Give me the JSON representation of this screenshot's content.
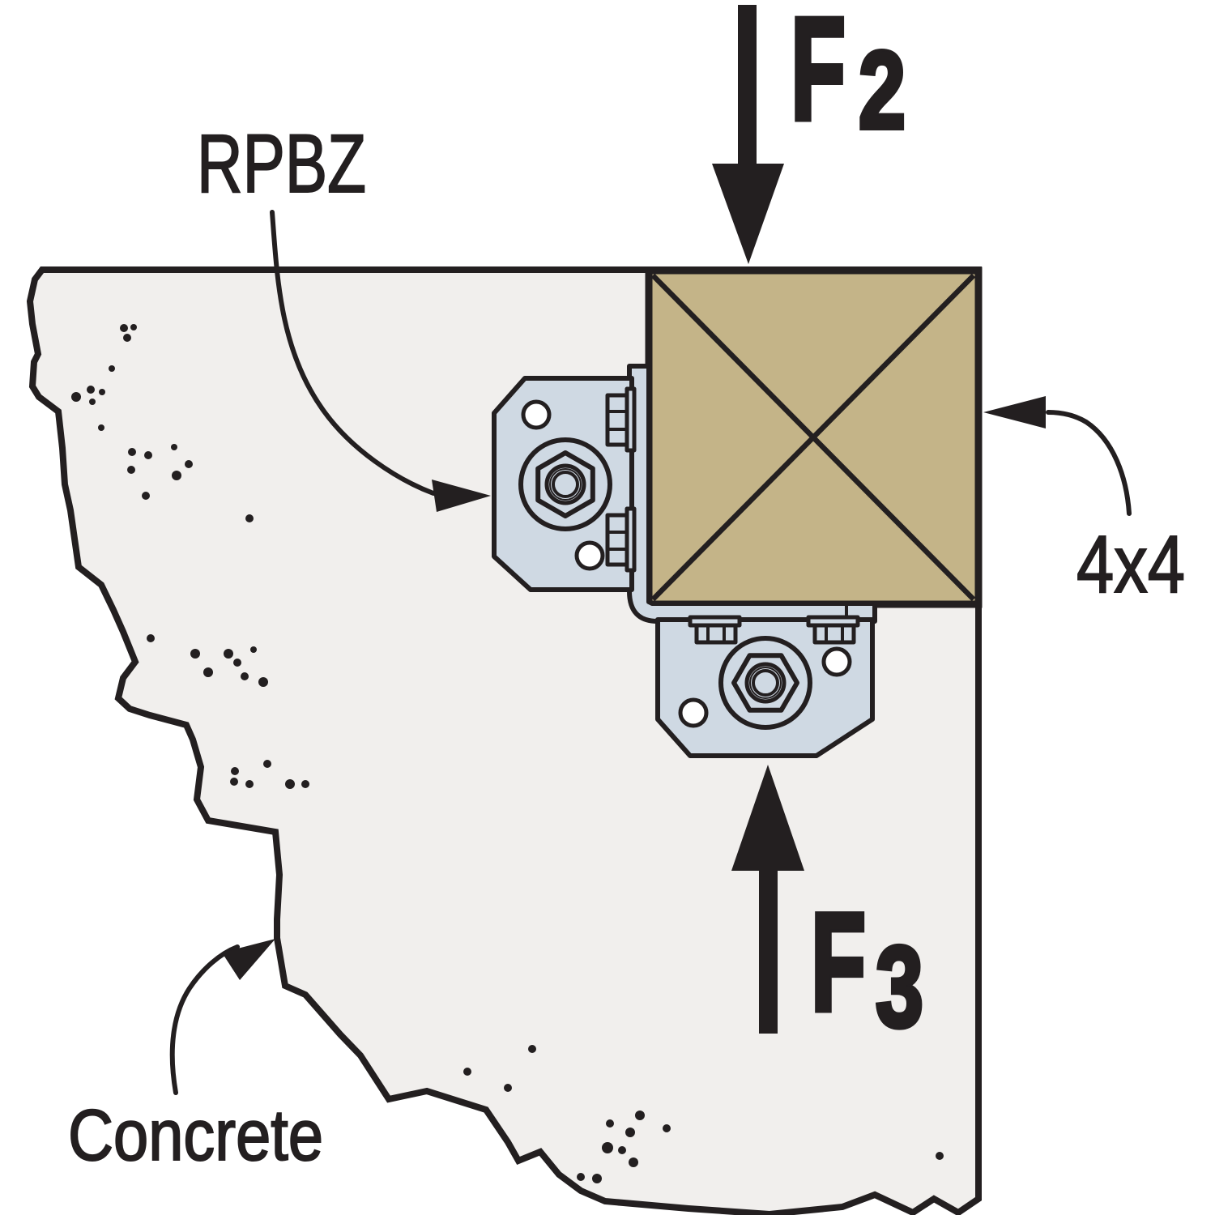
{
  "diagram": {
    "labels": {
      "bracket": "RPBZ",
      "post_size": "4x4",
      "base_material": "Concrete",
      "force_top_main": "F",
      "force_top_sub": "2",
      "force_bottom_main": "F",
      "force_bottom_sub": "3"
    },
    "colors": {
      "background": "#ffffff",
      "line": "#231f20",
      "concrete": "#f1efed",
      "wood": "#c4b488",
      "steel": "#cfd9e3",
      "hole": "#ffffff"
    }
  }
}
